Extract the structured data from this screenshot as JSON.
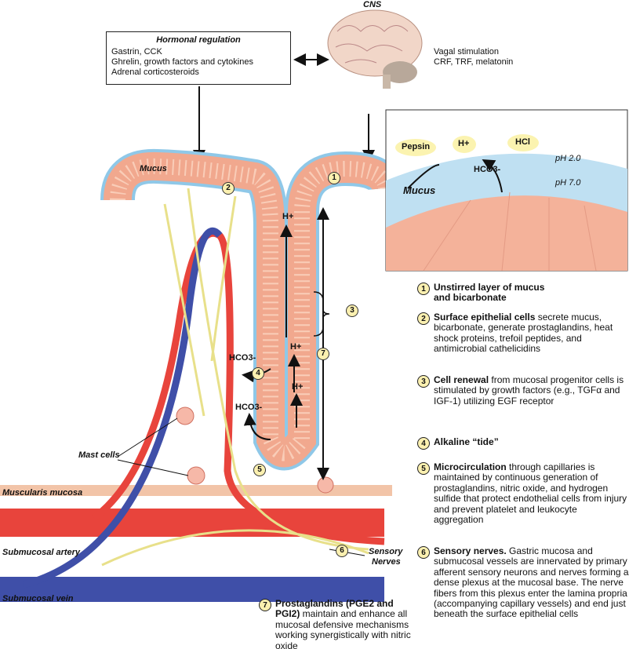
{
  "header": {
    "cns": "CNS",
    "vagal": [
      "Vagal stimulation",
      "CRF, TRF, melatonin"
    ]
  },
  "hormonal": {
    "title": "Hormonal regulation",
    "lines": [
      "Gastrin, CCK",
      "Ghrelin, growth factors and cytokines",
      "Adrenal corticosteroids"
    ]
  },
  "inset": {
    "pepsin": "Pepsin",
    "h": "H+",
    "hcl": "HCl",
    "ph2": "pH 2.0",
    "hco3": "HCO3-",
    "ph7": "pH 7.0",
    "mucus": "Mucus"
  },
  "labels": {
    "mucus": "Mucus",
    "mast_cells": "Mast cells",
    "muscularis": "Muscularis mucosa",
    "artery": "Submucosal artery",
    "vein": "Submucosal vein",
    "sensory": "Sensory",
    "nerves": "Nerves",
    "h1": "H+",
    "h2": "H+",
    "h3": "H+",
    "hco3a": "HCO3-",
    "hco3b": "HCO3-"
  },
  "badges": [
    "1",
    "2",
    "3",
    "4",
    "5",
    "6",
    "7"
  ],
  "legend": [
    {
      "num": "1",
      "bold": "Unstirred layer of mucus and bicarbonate",
      "text": ""
    },
    {
      "num": "2",
      "bold": "Surface epithelial cells",
      "text": " secrete mucus, bicarbonate, generate prostaglandins, heat shock proteins, trefoil peptides, and antimicrobial cathelicidins"
    },
    {
      "num": "3",
      "bold": "Cell renewal",
      "text": " from mucosal progenitor cells is stimulated by growth factors (e.g., TGFα and IGF-1) utilizing EGF receptor"
    },
    {
      "num": "4",
      "bold": "Alkaline “tide”",
      "text": ""
    },
    {
      "num": "5",
      "bold": "Microcirculation",
      "text": " through capillaries is maintained by continuous generation of prostaglandins, nitric oxide, and hydrogen sulfide that protect endothelial cells from injury and prevent platelet and leukocyte aggregation"
    },
    {
      "num": "6",
      "bold": "Sensory nerves.",
      "text": " Gastric mucosa and submucosal vessels are innervated by primary afferent sensory neurons and nerves forming a dense plexus at the mucosal base. The nerve fibers from this plexus enter the lamina propria (accompanying capillary vessels) and end just beneath the surface epithelial cells"
    },
    {
      "num": "7",
      "bold": "Prostaglandins (PGE2 and PGI2)",
      "text": " maintain and enhance all mucosal defensive mechanisms working synergistically with nitric oxide"
    }
  ]
}
